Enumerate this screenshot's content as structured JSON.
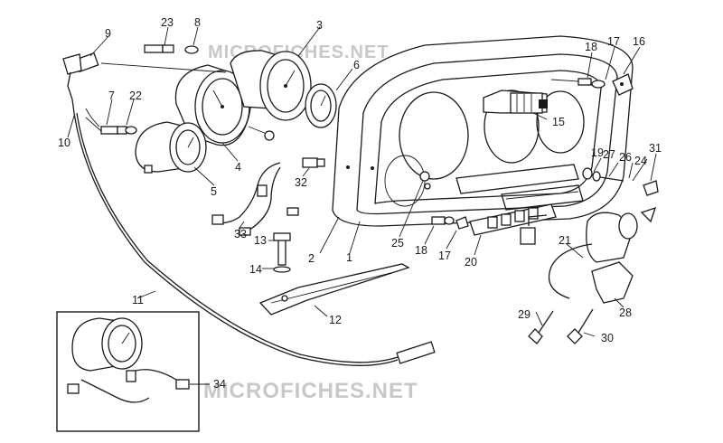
{
  "watermarks": [
    "MICROFICHES.NET",
    "MICROFICHES.NET"
  ],
  "callouts": [
    "1",
    "2",
    "3",
    "4",
    "5",
    "6",
    "7",
    "8",
    "9",
    "10",
    "11",
    "12",
    "13",
    "14",
    "15",
    "16",
    "17",
    "18",
    "19",
    "20",
    "21",
    "22",
    "23",
    "24",
    "25",
    "26",
    "27",
    "28",
    "29",
    "30",
    "31",
    "32",
    "33",
    "34",
    "17",
    "18"
  ]
}
